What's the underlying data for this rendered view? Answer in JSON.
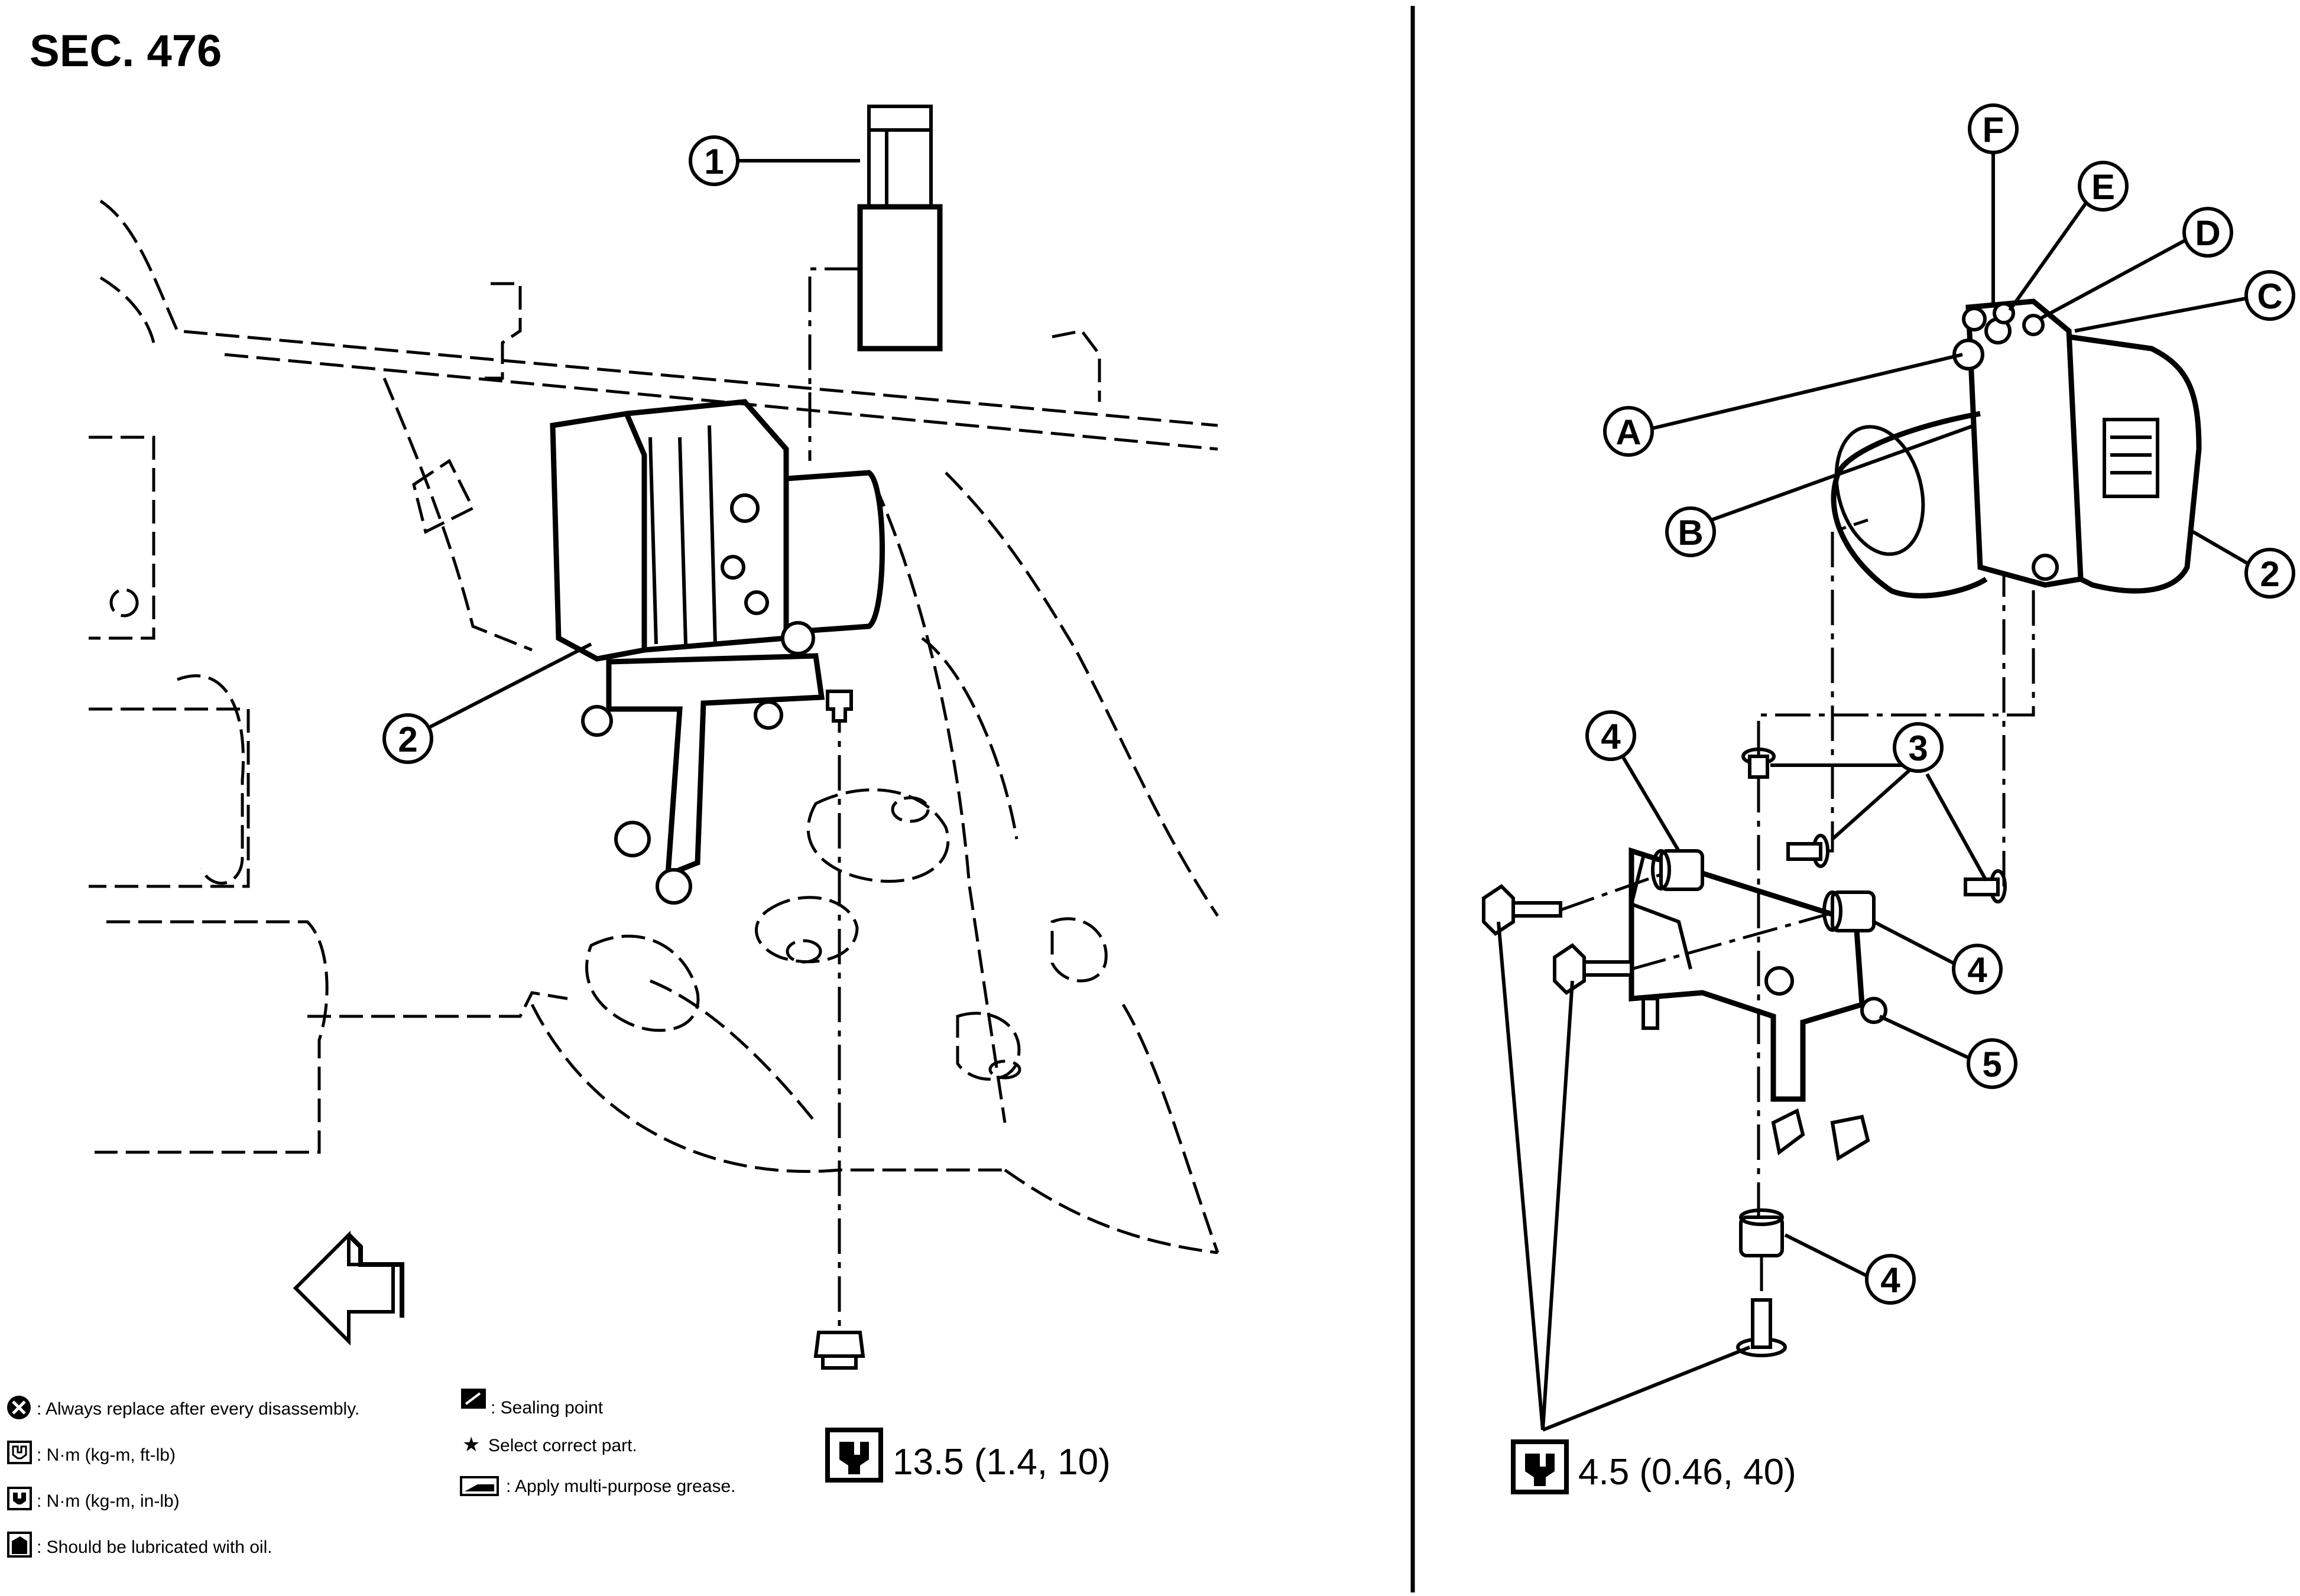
{
  "section": "SEC. 476",
  "callouts": {
    "c1": "1",
    "c2_left": "2",
    "c2_right": "2",
    "c3": "3",
    "c4_top": "4",
    "c4_right": "4",
    "c4_bottom": "4",
    "c5": "5",
    "cA": "A",
    "cB": "B",
    "cC": "C",
    "cD": "D",
    "cE": "E",
    "cF": "F"
  },
  "torque": {
    "left": "13.5 (1.4, 10)",
    "right": "4.5 (0.46, 40)"
  },
  "legend": {
    "replace": ": Always replace after every disassembly.",
    "nm_ft": ": N·m (kg-m, ft-lb)",
    "nm_in": ": N·m (kg-m, in-lb)",
    "oil": ": Should be lubricated with oil.",
    "sealing": ": Sealing point",
    "select": "Select correct part.",
    "grease": ": Apply multi-purpose grease."
  },
  "icons": [
    "front-arrow-icon",
    "wrench-icon",
    "replace-icon",
    "sealing-icon",
    "star-icon",
    "grease-icon",
    "oil-can-icon"
  ]
}
